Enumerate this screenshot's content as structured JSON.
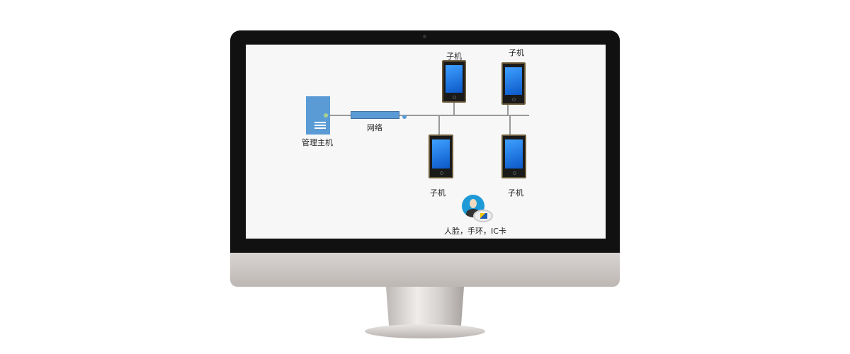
{
  "diagram": {
    "host_label": "管理主机",
    "network_label": "网络",
    "devices": [
      {
        "label": "子机"
      },
      {
        "label": "子机"
      },
      {
        "label": "子机"
      },
      {
        "label": "子机"
      }
    ],
    "credentials_label": "人脸，手环，IC卡"
  },
  "colors": {
    "accent": "#5b9bd5",
    "screen_bg": "#f7f7f7"
  }
}
